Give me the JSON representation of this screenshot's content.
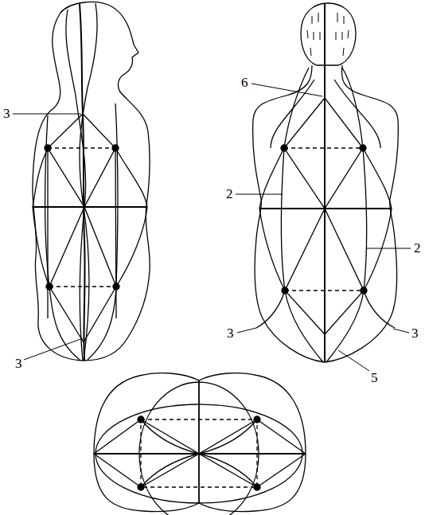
{
  "diagram": {
    "labels": [
      "3",
      "3",
      "6",
      "2",
      "2",
      "3",
      "3",
      "5"
    ]
  }
}
